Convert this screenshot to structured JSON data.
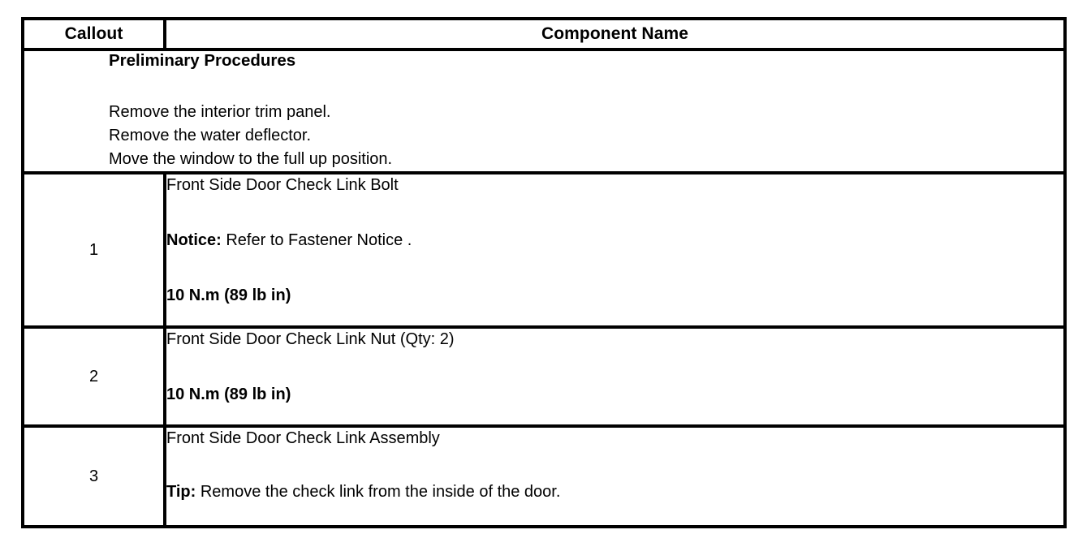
{
  "document": {
    "type": "service-procedure-callout-table"
  },
  "table": {
    "headers": {
      "callout": "Callout",
      "component_name": "Component Name"
    },
    "preliminary": {
      "title": "Preliminary Procedures",
      "steps": [
        "Remove the interior trim panel.",
        "Remove the water deflector.",
        "Move the window to the full up position."
      ]
    },
    "rows": [
      {
        "callout": "1",
        "name": "Front Side Door Check Link Bolt",
        "note_label": "Notice:",
        "note_text": " Refer to Fastener Notice .",
        "torque": "10 N.m (89 lb in)"
      },
      {
        "callout": "2",
        "name": "Front Side Door Check Link Nut (Qty: 2)",
        "torque": "10 N.m (89 lb in)"
      },
      {
        "callout": "3",
        "name": "Front Side Door Check Link Assembly",
        "note_label": "Tip:",
        "note_text": " Remove the check link from the inside of the door."
      }
    ]
  },
  "colors": {
    "border": "#000000",
    "text": "#000000",
    "background": "#ffffff"
  }
}
